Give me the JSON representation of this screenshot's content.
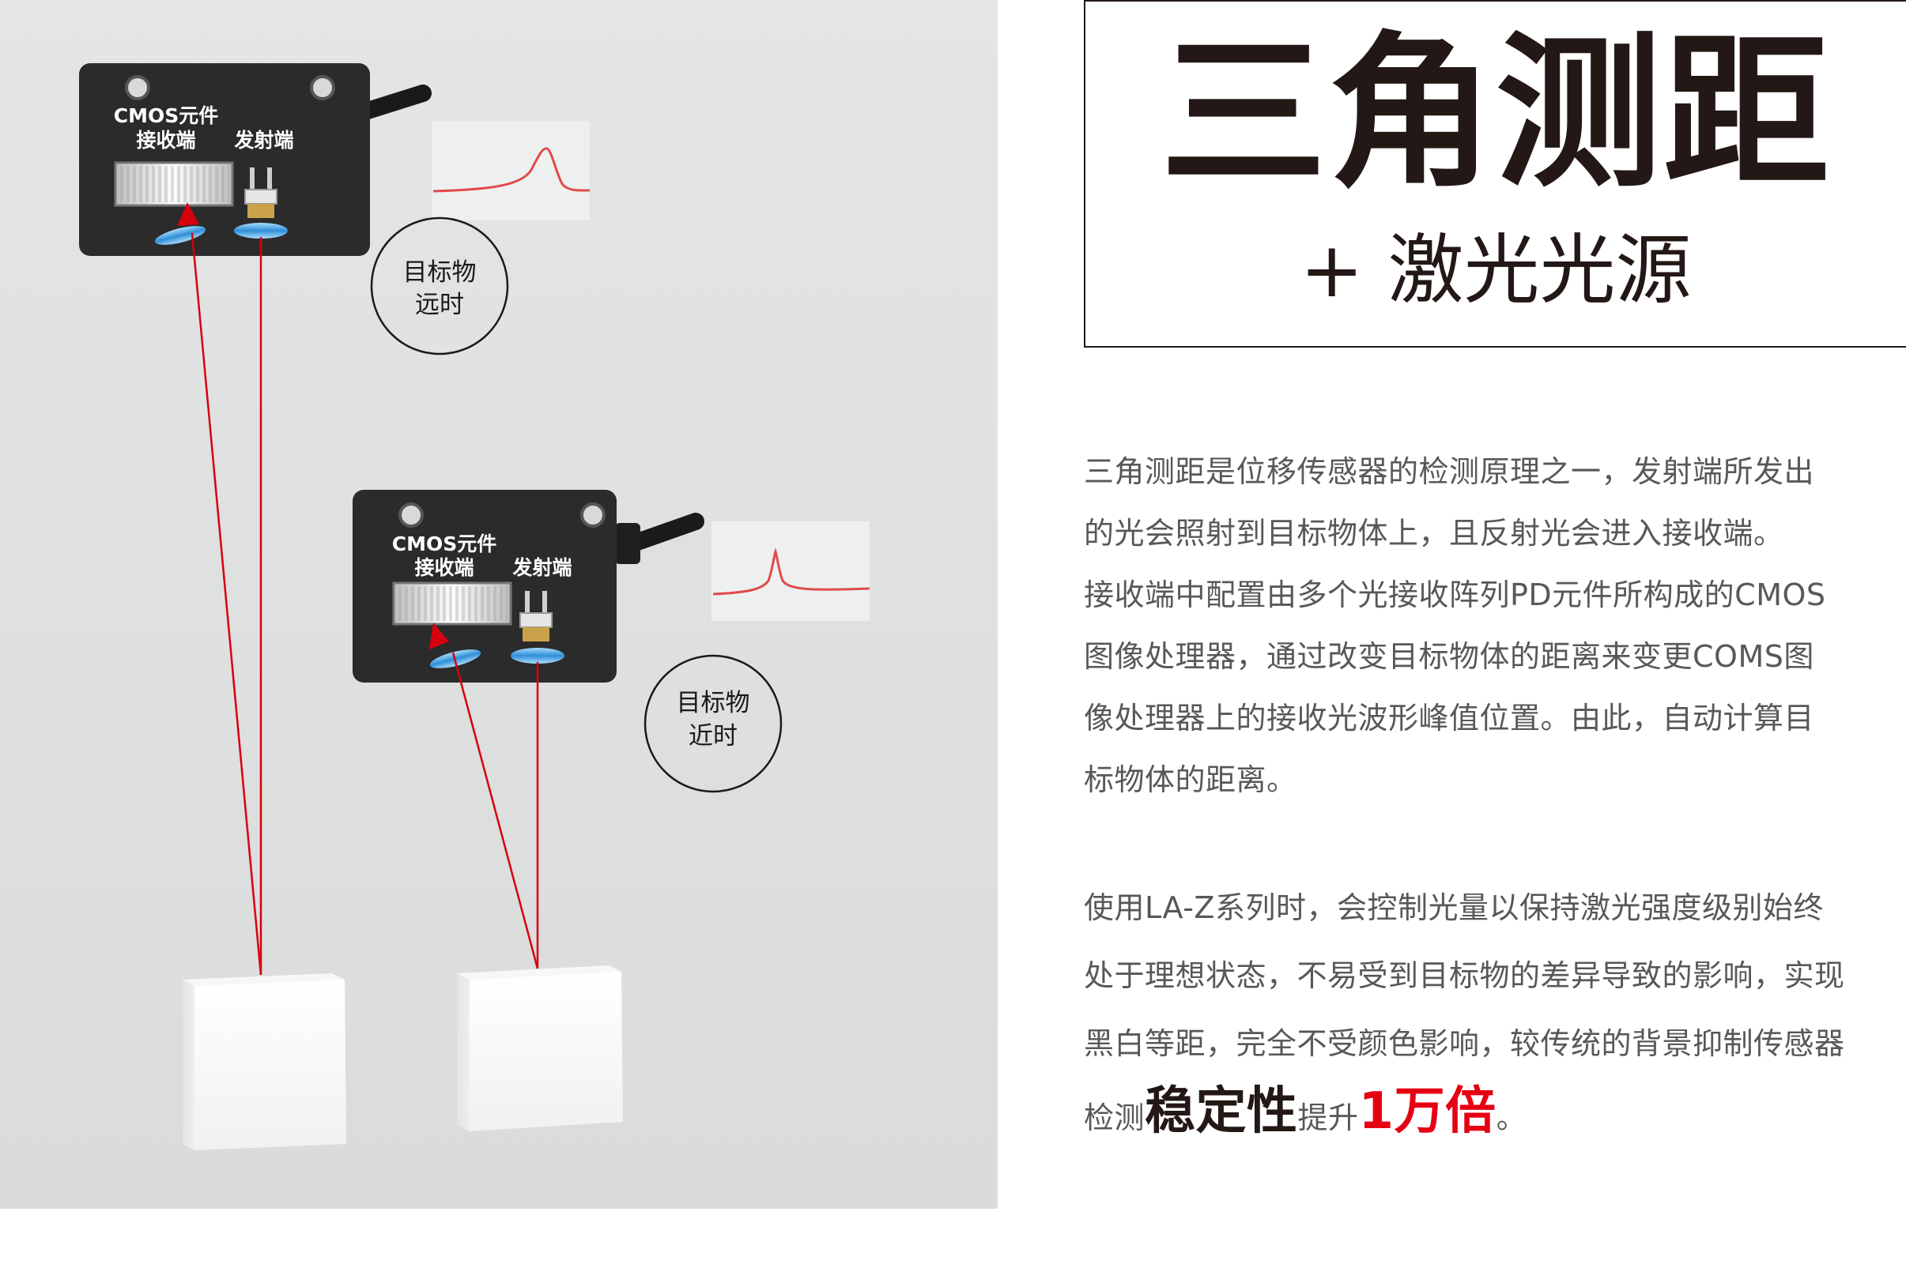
{
  "title": {
    "main": "三角测距",
    "sub": "+ 激光光源"
  },
  "diagram": {
    "far_sensor": {
      "receiver_label_line1": "CMOS元件",
      "receiver_label_line2": "接收端",
      "emitter_label": "发射端",
      "callout_line1": "目标物",
      "callout_line2": "远时"
    },
    "near_sensor": {
      "receiver_label_line1": "CMOS元件",
      "receiver_label_line2": "接收端",
      "emitter_label": "发射端",
      "callout_line1": "目标物",
      "callout_line2": "近时"
    },
    "colors": {
      "laser": "#d7000f",
      "sensor_body": "#2b2b2b",
      "background": "#dedfdf",
      "lens": "#4aa3e0"
    }
  },
  "description": {
    "para1_lines": [
      "三角测距是位移传感器的检测原理之一，发射端所发出",
      "的光会照射到目标物体上，且反射光会进入接收端。",
      "接收端中配置由多个光接收阵列PD元件所构成的CMOS",
      "图像处理器，通过改变目标物体的距离来变更COMS图",
      "像处理器上的接收光波形峰值位置。由此，自动计算目",
      "标物体的距离。"
    ],
    "para2_lines": [
      "使用LA-Z系列时，会控制光量以保持激光强度级别始终",
      "处于理想状态，不易受到目标物的差异导致的影响，实现",
      "黑白等距，完全不受颜色影响，较传统的背景抑制传感器"
    ],
    "para2_last": {
      "prefix": "检测",
      "emphasis1": "稳定性",
      "middle": "提升",
      "emphasis2": "1万倍",
      "suffix": "。"
    },
    "colors": {
      "body_text": "#595757",
      "emphasis_dark": "#231815",
      "emphasis_red": "#e60012"
    }
  }
}
